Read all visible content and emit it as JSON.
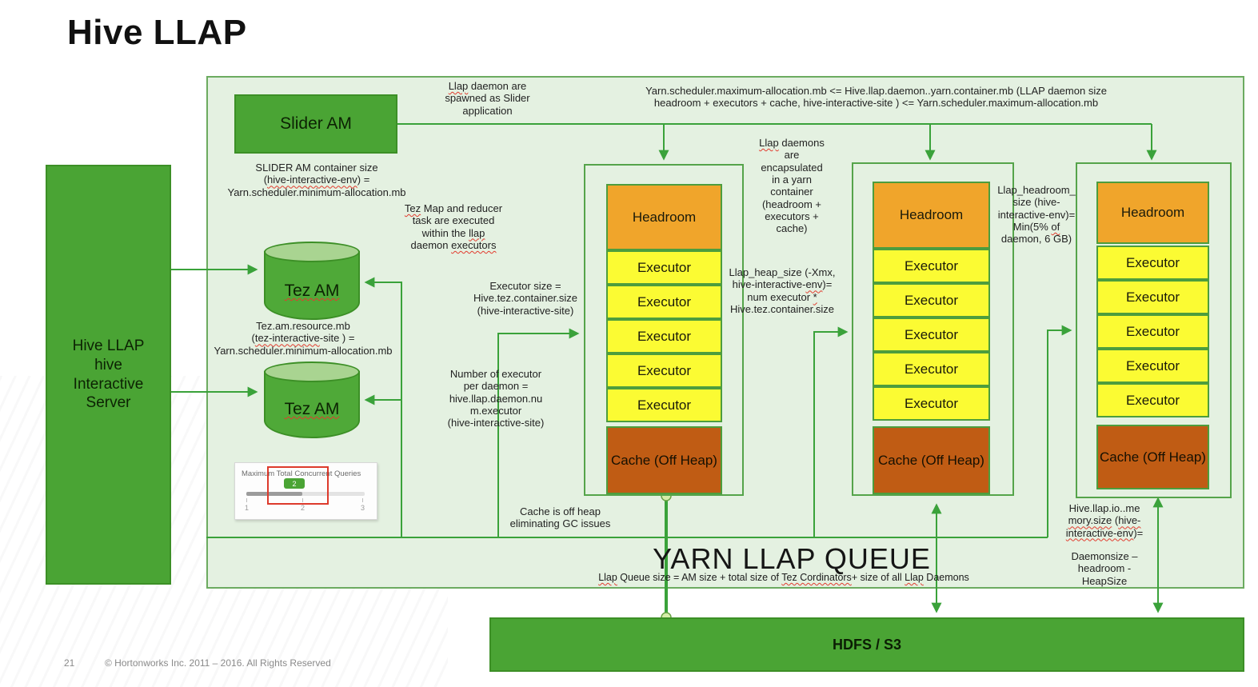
{
  "slide": {
    "title": "Hive LLAP",
    "page_number": "21",
    "copyright": "© Hortonworks Inc. 2011 – 2016. All Rights Reserved"
  },
  "colors": {
    "solid_green": "#4aa434",
    "diagram_bg": "#e4f1e1",
    "line_green": "#3aa23a",
    "headroom_orange": "#f0a52b",
    "executor_yellow": "#fbfb33",
    "cache_brown": "#c05c14",
    "squiggle_red": "#e23b2e"
  },
  "left_server": {
    "label": "Hive LLAP\nhive\nInteractive\nServer"
  },
  "slider_am": {
    "label": "Slider AM"
  },
  "tez_ams": [
    {
      "label_segments": [
        {
          "t": "Tez AM",
          "s": true
        }
      ]
    },
    {
      "label_segments": [
        {
          "t": "Tez AM",
          "s": true
        }
      ]
    }
  ],
  "daemon_columns": [
    {
      "headroom": "Headroom",
      "executors": [
        "Executor",
        "Executor",
        "Executor",
        "Executor",
        "Executor"
      ],
      "cache": "Cache (Off Heap)"
    },
    {
      "headroom": "Headroom",
      "executors": [
        "Executor",
        "Executor",
        "Executor",
        "Executor",
        "Executor"
      ],
      "cache": "Cache (Off Heap)"
    },
    {
      "headroom": "Headroom",
      "executors": [
        "Executor",
        "Executor",
        "Executor",
        "Executor",
        "Executor"
      ],
      "cache": "Cache (Off Heap)"
    }
  ],
  "annotations": {
    "llap_daemon_spawned": {
      "segments": [
        {
          "t": "Llap",
          "s": true
        },
        {
          "t": " daemon are\nspawned as Slider\napplication"
        }
      ]
    },
    "yarn_scheduler_top": "Yarn.scheduler.maximum-allocation.mb  <= Hive.llap.daemon..yarn.container.mb (LLAP daemon size\nheadroom + executors + cache, hive-interactive-site )   <= Yarn.scheduler.maximum-allocation.mb",
    "slider_am_container_size": {
      "segments": [
        {
          "t": "SLIDER AM container size\n("
        },
        {
          "t": "hive-interactive-env",
          "s": true
        },
        {
          "t": ")  =\nYarn.scheduler.minimum-allocation.mb"
        }
      ]
    },
    "tez_map_reducer": {
      "segments": [
        {
          "t": "Tez",
          "s": true
        },
        {
          "t": " Map and reducer\ntask are executed\nwithin the "
        },
        {
          "t": "llap",
          "s": true
        },
        {
          "t": "\ndaemon "
        },
        {
          "t": "executors",
          "s": true
        }
      ]
    },
    "tez_am_resource": {
      "segments": [
        {
          "t": "Tez.am.resource.mb\n("
        },
        {
          "t": "tez-interactive",
          "s": true
        },
        {
          "t": "-site ) =\nYarn.scheduler.minimum-allocation.mb"
        }
      ]
    },
    "executor_size": "Executor size =\nHive.tez.container.size\n(hive-interactive-site)",
    "num_executor": "Number of executor\nper daemon =\nhive.llap.daemon.nu\nm.executor\n(hive-interactive-site)",
    "llap_daemons_encapsulated": {
      "segments": [
        {
          "t": "Llap",
          "s": true
        },
        {
          "t": " daemons\nare\nencapsulated\nin a yarn\ncontainer\n(headroom +\nexecutors +\ncache)"
        }
      ]
    },
    "llap_heap_size": {
      "segments": [
        {
          "t": "Llap_heap_size (-Xmx,\nhive-interactive-"
        },
        {
          "t": "env",
          "s": true
        },
        {
          "t": ")=\nnum executor "
        },
        {
          "t": "*",
          "s": true
        },
        {
          "t": "\nHive.tez.container.size"
        }
      ]
    },
    "llap_headroom_size": {
      "segments": [
        {
          "t": "Llap_headroom_\nsize (hive-\ninteractive-env)=\nMin(5% "
        },
        {
          "t": "of",
          "s": true
        },
        {
          "t": "\ndaemon, 6 GB)"
        }
      ]
    },
    "cache_off_heap_note": "Cache is off heap\neliminating GC issues",
    "hive_llap_io_memory": {
      "segments": [
        {
          "t": "Hive.llap.io..me\n"
        },
        {
          "t": "mory.size",
          "s": true
        },
        {
          "t": " ("
        },
        {
          "t": "hive-\ninteractive-env",
          "s": true
        },
        {
          "t": ")="
        }
      ]
    },
    "daemonsize_formula": "Daemonsize –\nheadroom -\nHeapSize"
  },
  "yarn_queue": {
    "title": "YARN LLAP QUEUE",
    "formula_segments": [
      {
        "t": "Llap",
        "s": true
      },
      {
        "t": " Queue size = AM size +  total size of "
      },
      {
        "t": "Tez Cordinators",
        "s": true
      },
      {
        "t": "+ size of all "
      },
      {
        "t": "Llap",
        "s": true
      },
      {
        "t": "  Daemons"
      }
    ]
  },
  "hdfs": {
    "label": "HDFS / S3"
  },
  "concurrency_widget": {
    "title": "Maximum Total Concurrent Queries",
    "value": "2",
    "tick_labels": [
      "1",
      "2",
      "3"
    ]
  }
}
